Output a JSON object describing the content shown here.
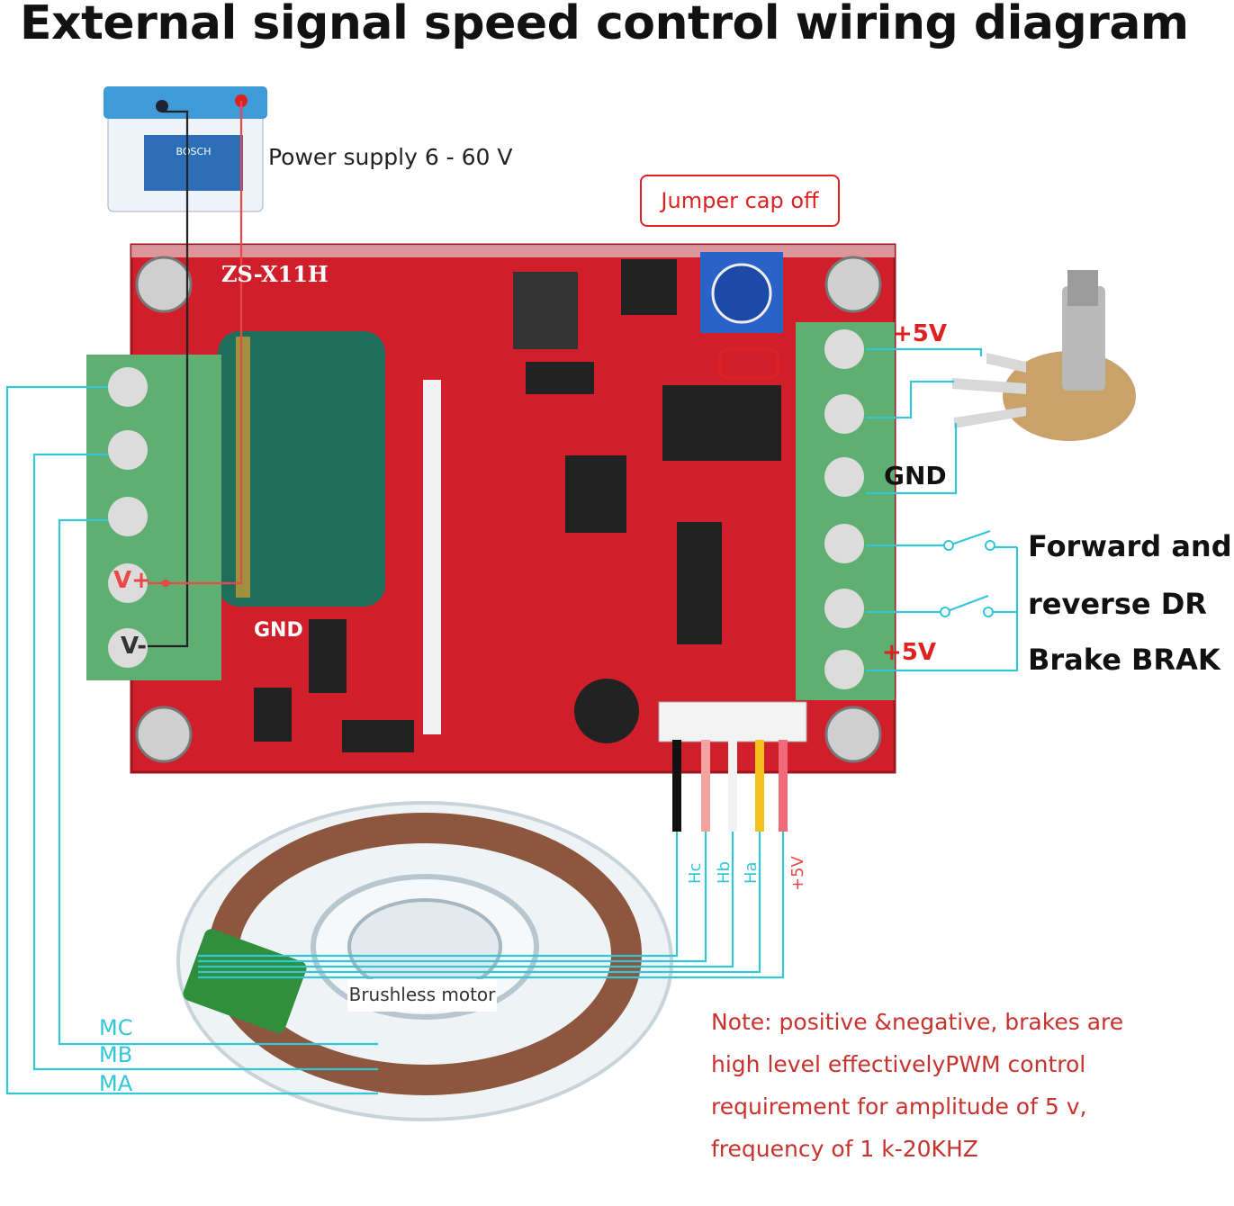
{
  "title": "External signal speed control wiring diagram",
  "labels": {
    "power_supply": "Power supply 6 - 60 V",
    "jumper": "Jumper cap off",
    "plus5v_top": "+5V",
    "gnd_right": "GND",
    "forward_reverse_line1": "Forward and",
    "forward_reverse_line2": "reverse DR",
    "brake": "Brake BRAK",
    "plus5v_bottom": "+5V",
    "brushless_motor": "Brushless motor",
    "board_model": "ZS-X11H",
    "pcb_gnd": "GND",
    "v_plus": "V+",
    "v_minus": "V-"
  },
  "hall_wires": [
    "Hc",
    "Hb",
    "Ha",
    "+5V"
  ],
  "motor_phases": [
    "MC",
    "MB",
    "MA"
  ],
  "note": [
    "Note: positive &negative, brakes are",
    "high level effectivelyPWM control",
    "requirement for amplitude of 5 v,",
    "frequency of 1 k-20KHZ"
  ],
  "colors": {
    "wire": "#33c6d6",
    "power_wire": "#e84848",
    "board": "#d01f2a",
    "terminal": "#5fae72",
    "capacitor": "#1f6e5c",
    "note": "#c8322d"
  }
}
